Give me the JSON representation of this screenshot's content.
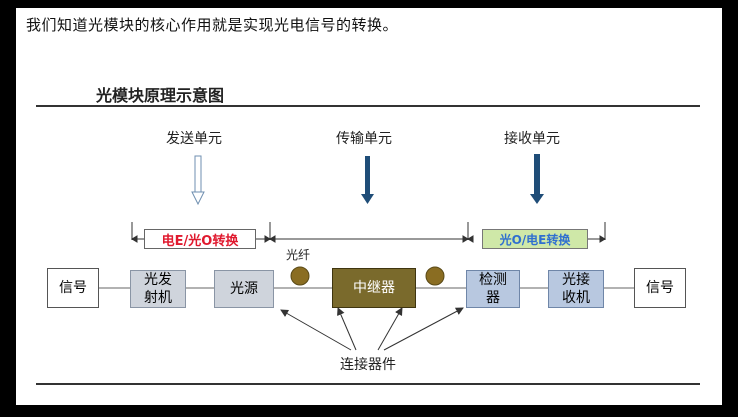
{
  "intro_text": "我们知道光模块的核心作用就是实现光电信号的转换。",
  "diagram": {
    "title": "光模块原理示意图",
    "sections": {
      "transmit": "发送单元",
      "transport": "传输单元",
      "receive": "接收单元"
    },
    "conversions": {
      "eo": "电E/光O转换",
      "oe": "光O/电E转换"
    },
    "fiber_label": "光纤",
    "connector_label": "连接器件",
    "blocks": {
      "signal_in": "信号",
      "laser_line1": "光发",
      "laser_line2": "射机",
      "light_source": "光源",
      "repeater": "中继器",
      "detector_line1": "检测",
      "detector_line2": "器",
      "receiver_line1": "光接",
      "receiver_line2": "收机",
      "signal_out": "信号"
    },
    "colors": {
      "gray_block": "#cfd4dc",
      "blue_block": "#b8c8e0",
      "repeater_fill": "#7a6a2c",
      "connector_fill": "#8a6d22",
      "arrow_blue": "#1f4d78",
      "eo_text": "#e0192e",
      "oe_box": "#cfe8a8",
      "oe_text": "#2f6fd0"
    }
  }
}
